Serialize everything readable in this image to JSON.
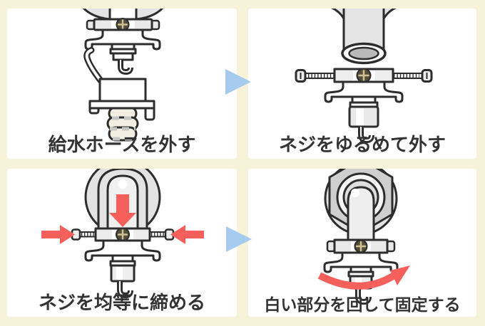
{
  "diagram_title": "water-supply-hose-faucet-joint-installation-steps",
  "colors": {
    "background": "#f7f3da",
    "panel": "#ffffff",
    "outline": "#2d2d2d",
    "metal_light_gray": "#e4e4e4",
    "metal_mid_gray": "#cfcfcf",
    "mouth_gray": "#b9b9b9",
    "hose_cream": "#f2eee2",
    "screw_head": "#544e3b",
    "screw_cross": "#cfc290",
    "red_arrow": "#f5605d",
    "blue_flow_arrow": "#a7cbee",
    "caption_text": "#333333"
  },
  "panels": [
    {
      "step": 1,
      "caption": "給水ホースを外す",
      "illustration": "faucet-with-hose-being-released"
    },
    {
      "step": 2,
      "caption": "ネジをゆるめて外す",
      "illustration": "joint-detached-screws-loosened"
    },
    {
      "step": 3,
      "caption": "ネジを均等に締める",
      "illustration": "joint-pressed-on-screws-tightened-evenly"
    },
    {
      "step": 4,
      "caption": "白い部分を回して固定する",
      "illustration": "white-part-rotated-to-fix"
    }
  ],
  "icons": {
    "flow_arrow_top": "right-triangle-arrow",
    "flow_arrow_bottom": "right-triangle-arrow",
    "press_down_arrow": "red-down-arrow",
    "press_inward_arrows": "red-inward-arrows",
    "rotate_arrow": "red-curved-rotate-arrow"
  }
}
